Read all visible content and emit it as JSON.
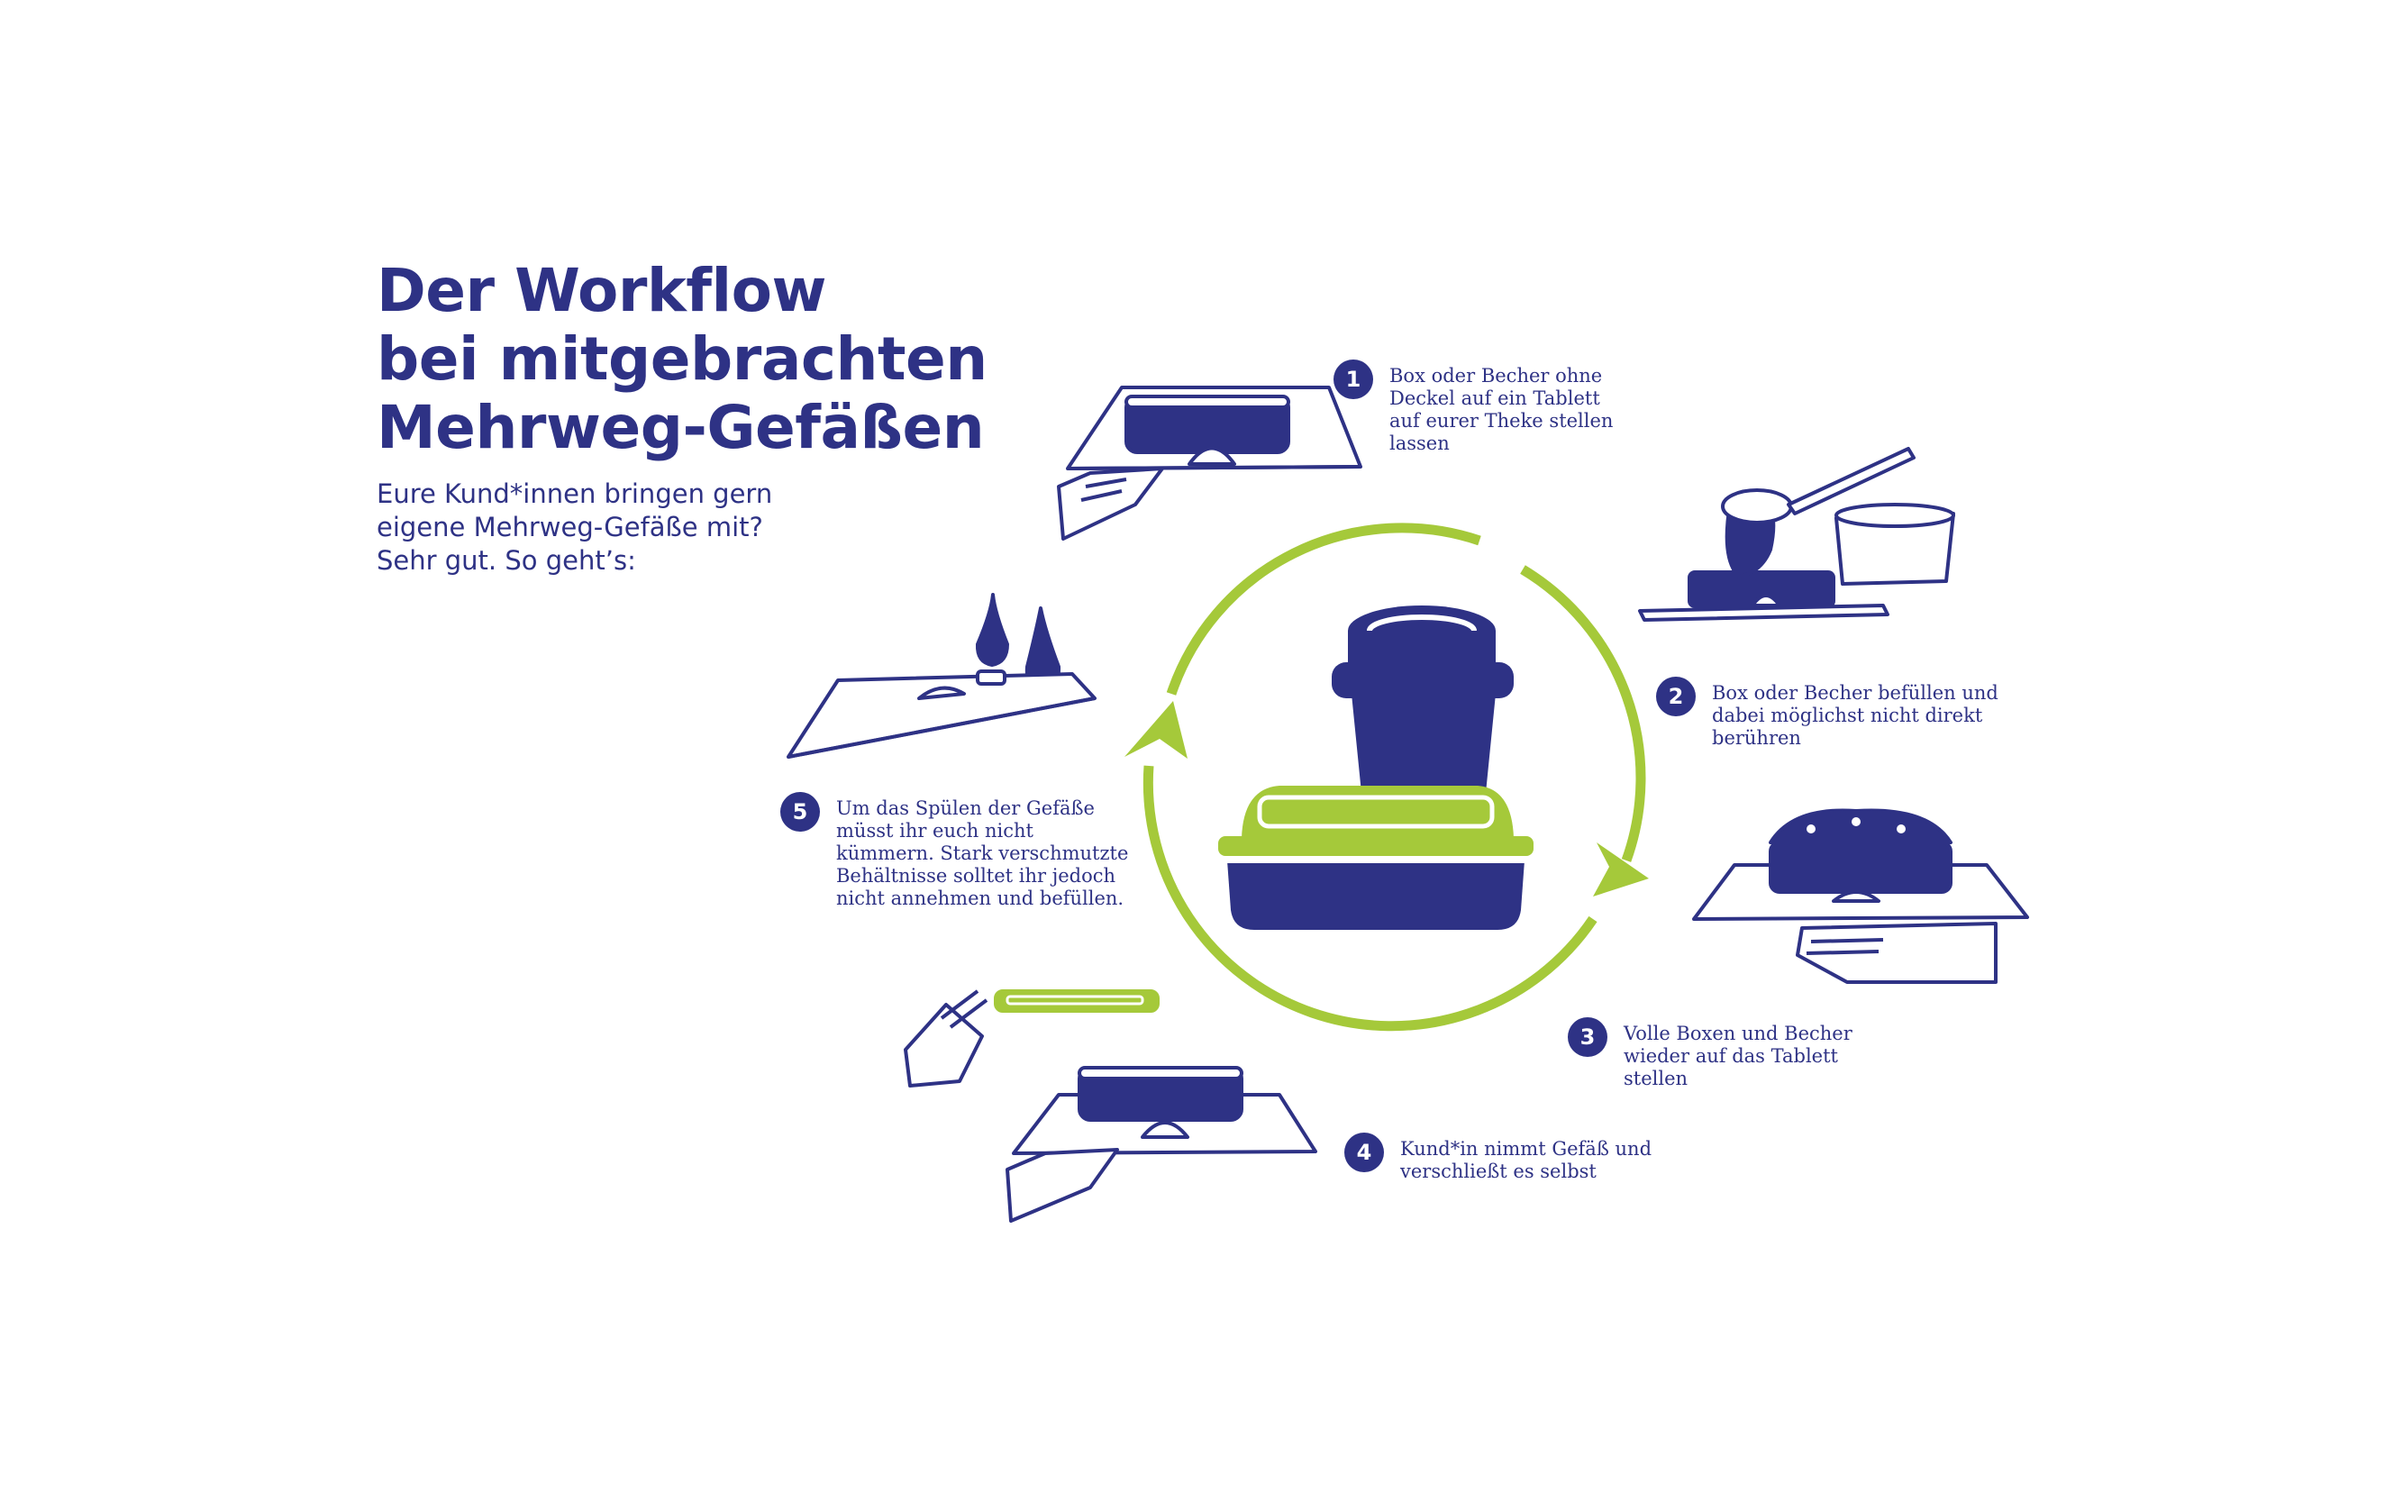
{
  "title": {
    "lines": [
      "Der Workflow",
      "bei mitgebrachten",
      "Mehrweg-Gefäßen"
    ]
  },
  "intro": {
    "lines": [
      "Eure Kund*innen bringen gern",
      "eigene Mehrweg-Gefäße mit?",
      "Sehr gut. So geht’s:"
    ]
  },
  "steps": [
    {
      "number": "1",
      "lines": [
        "Box oder Becher ohne",
        "Deckel auf ein Tablett",
        "auf eurer Theke stellen",
        "lassen"
      ]
    },
    {
      "number": "2",
      "lines": [
        "Box oder Becher befüllen und",
        "dabei möglichst nicht direkt",
        "berühren"
      ]
    },
    {
      "number": "3",
      "lines": [
        "Volle Boxen und Becher",
        "wieder auf das Tablett",
        "stellen"
      ]
    },
    {
      "number": "4",
      "lines": [
        "Kund*in nimmt Gefäß und",
        "verschließt es selbst"
      ]
    },
    {
      "number": "5",
      "lines": [
        "Um das Spülen der Gefäße",
        "müsst ihr euch nicht",
        "kümmern. Stark verschmutzte",
        "Behältnisse solltet ihr jedoch",
        "nicht annehmen und befüllen."
      ]
    }
  ],
  "colors": {
    "navy": "#2e3285",
    "green": "#a5c93a",
    "background": "#ffffff"
  },
  "illustrations": {
    "center": "reusable-cup-and-box-icon",
    "cycle": "circular-arrows-icon",
    "step1": "tray-with-box-and-hand-icon",
    "step2": "ladle-filling-box-icon",
    "step3": "full-box-on-tray-with-hand-icon",
    "step4": "customer-closing-lid-icon",
    "step5": "water-drops-on-tray-icon"
  }
}
